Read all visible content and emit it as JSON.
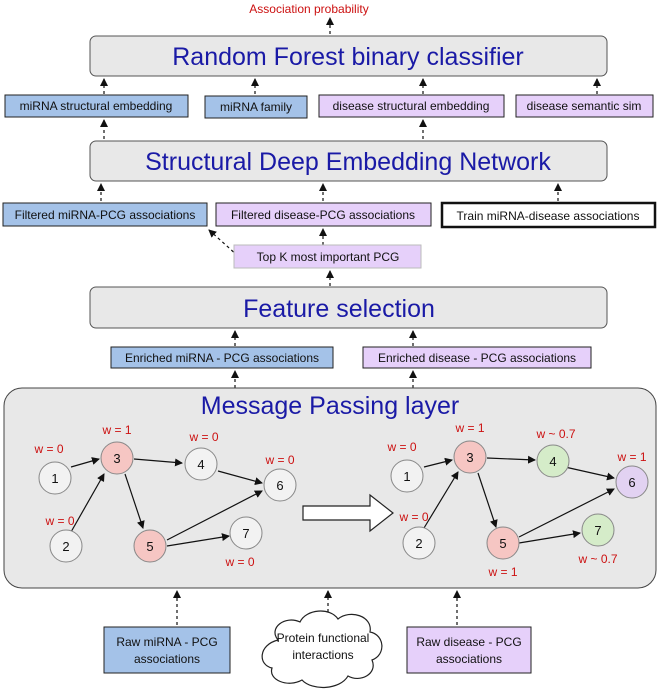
{
  "output_label": "Association probability",
  "rf": {
    "title": "Random Forest binary classifier"
  },
  "rf_inputs": {
    "mirna_struct": "miRNA structural embedding",
    "mirna_family": "miRNA family",
    "disease_struct": "disease structural embedding",
    "disease_sem": "disease semantic sim"
  },
  "sden": {
    "title": "Structural Deep Embedding Network"
  },
  "sden_inputs": {
    "filtered_mirna": "Filtered miRNA-PCG associations",
    "filtered_disease": "Filtered disease-PCG associations",
    "train": "Train miRNA-disease associations"
  },
  "topk": "Top K most important PCG",
  "fs": {
    "title": "Feature selection"
  },
  "enriched": {
    "mirna": "Enriched miRNA - PCG associations",
    "disease": "Enriched disease - PCG associations"
  },
  "mp": {
    "title": "Message Passing layer"
  },
  "graph_left": {
    "nodes": [
      "1",
      "2",
      "3",
      "4",
      "5",
      "6",
      "7"
    ],
    "weights": {
      "w1": "w = 0",
      "w2": "w = 0",
      "w3": "w = 1",
      "w4": "w = 0",
      "w6": "w = 0",
      "w7": "w = 0"
    }
  },
  "graph_right": {
    "nodes": [
      "1",
      "2",
      "3",
      "4",
      "5",
      "6",
      "7"
    ],
    "weights": {
      "w1": "w = 0",
      "w2": "w = 0",
      "w3": "w = 1",
      "w4": "w ~ 0.7",
      "w5": "w = 1",
      "w6": "w = 1",
      "w7": "w ~ 0.7"
    }
  },
  "inputs": {
    "raw_mirna": [
      "Raw miRNA - PCG",
      "associations"
    ],
    "ppi": [
      "Protein functional",
      "interactions"
    ],
    "raw_disease": [
      "Raw disease - PCG",
      "associations"
    ]
  },
  "colors": {
    "blue_box": "#a4c2e8",
    "purple_box": "#e6d0fa",
    "gray_box": "#e8e8e8",
    "title_blue": "#1a1aa6",
    "red_text": "#cc1111",
    "node_white": "#f2f2f2",
    "node_red": "#f6c6c3",
    "node_green": "#d5ecc9",
    "node_purple": "#e2d2f2"
  }
}
